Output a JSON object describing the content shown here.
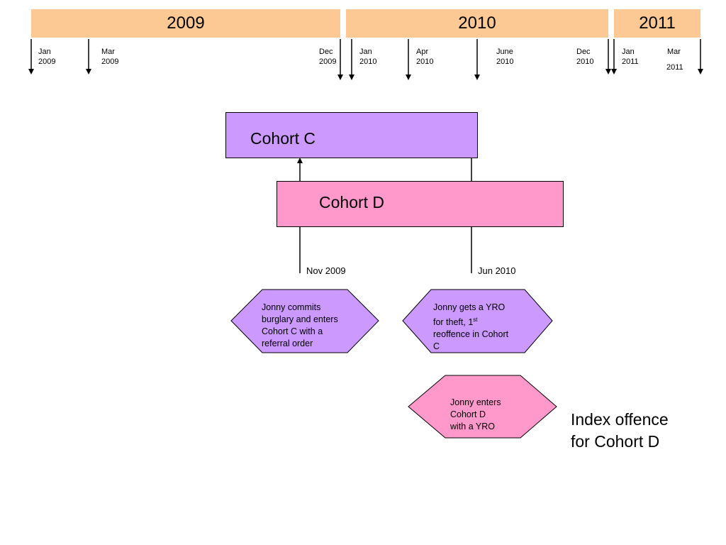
{
  "years": [
    {
      "label": "2009"
    },
    {
      "label": "2010"
    },
    {
      "label": "2011"
    }
  ],
  "ticks": [
    {
      "label": "Jan\n2009"
    },
    {
      "label": "Mar\n2009"
    },
    {
      "label": "Dec\n2009"
    },
    {
      "label": "Jan\n2010"
    },
    {
      "label": "Apr\n2010"
    },
    {
      "label": "June\n2010"
    },
    {
      "label": "Dec\n2010"
    },
    {
      "label": "Jan\n2011"
    },
    {
      "label": "Mar"
    },
    {
      "label": "2011"
    }
  ],
  "cohorts": {
    "c": "Cohort C",
    "d": "Cohort D"
  },
  "dates": {
    "nov2009": "Nov 2009",
    "jun2010": "Jun 2010"
  },
  "events": {
    "burglary_lines": [
      "Jonny commits",
      "burglary and enters",
      "Cohort C with a",
      "referral order"
    ],
    "yro_theft": {
      "line1": "Jonny gets a YRO",
      "line2_pre": "for theft, 1",
      "line2_sup": "st",
      "line3": "reoffence in Cohort",
      "line4": "C"
    },
    "enters_d_lines": [
      "Jonny enters",
      "Cohort D",
      "with a YRO"
    ]
  },
  "index_offence": {
    "line1": "Index offence",
    "line2": "for Cohort D"
  },
  "colors": {
    "year_bar": "#fcc994",
    "cohort_c": "#cc99ff",
    "cohort_d": "#ff99cc"
  }
}
